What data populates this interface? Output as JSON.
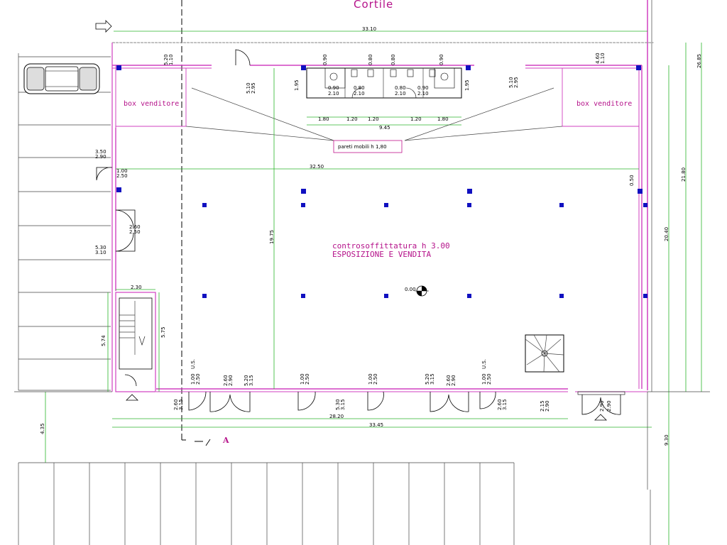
{
  "labels": {
    "courtyard": "Cortile",
    "box_left": "box venditore",
    "box_right": "box venditore",
    "partition": "pareti mobili h 1,80",
    "ceiling": "controsoffittatura h 3.00",
    "main_room": "ESPOSIZIONE E VENDITA",
    "section": "A",
    "level": "0.00"
  },
  "dims": {
    "top_total": "33.10",
    "inner_width": "32.50",
    "bottom_a": "28.20",
    "bottom_b": "33.45",
    "right_a": "26.85",
    "right_b": "21.80",
    "right_c": "20.40",
    "right_bottom": "9.30",
    "left_bottom": "4.35",
    "height_main": "19.75",
    "wc_total": "9.45",
    "wc_180a": "1.80",
    "wc_120a": "1.20",
    "wc_120b": "1.20",
    "wc_120c": "1.20",
    "wc_180b": "1.80",
    "wc_195a": "1.95",
    "wc_195b": "1.95",
    "stair_w": "2.30",
    "stair_h1": "5.74",
    "stair_h2": "5.75",
    "d_050": "0.50",
    "w_top_l": "5.20",
    "w_top_l2": "1.10",
    "w_top_l3": "5.10",
    "w_top_l4": "2.95",
    "w_top_r": "5.10",
    "w_top_r2": "2.95",
    "w_top_r3": "4.60",
    "w_top_r4": "1.10",
    "w_left_1": "3.50",
    "w_left_2": "2.90",
    "w_left_3": "1.00",
    "w_left_4": "2.50",
    "w_left_5": "2.60",
    "w_left_6": "2.50",
    "w_left_7": "5.30",
    "w_left_8": "3.10",
    "wc_090": "0.90",
    "wc_080": "0.80",
    "wc_210": "2.10",
    "us": "U.S.",
    "b_100": "1.00",
    "b_250": "2.50",
    "b_260": "2.60",
    "b_290": "2.90",
    "b_520": "5.20",
    "b_315": "3.15",
    "b_530": "5.30",
    "b_215": "2.15"
  }
}
